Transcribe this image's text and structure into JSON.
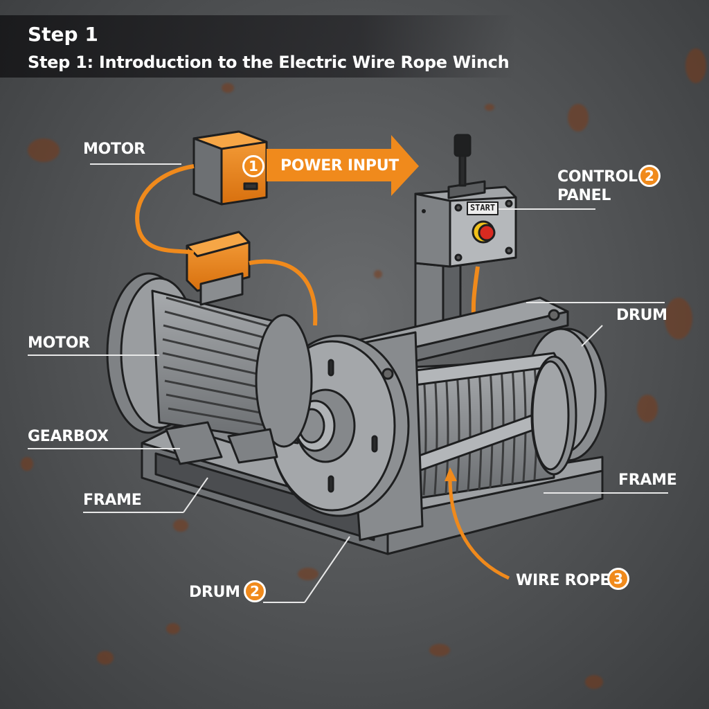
{
  "header": {
    "step": "Step 1",
    "title": "Step 1: Introduction to the Electric Wire Rope Winch"
  },
  "callouts": {
    "power_input": {
      "number": "1",
      "label": "POWER INPUT"
    },
    "control_panel": {
      "number": "2",
      "line1": "CONTROL",
      "line2": "PANEL"
    },
    "wire_rope": {
      "number": "3",
      "label": "WIRE ROPE"
    },
    "drum_bottom": {
      "number": "2",
      "label": "DRUM"
    }
  },
  "labels": {
    "motor_top": "MOTOR",
    "motor_side": "MOTOR",
    "gearbox": "GEARBOX",
    "frame_left": "FRAME",
    "drum_right": "DRUM",
    "frame_right": "FRAME"
  },
  "panel": {
    "start_label": "START"
  },
  "colors": {
    "accent": "#f08a1c",
    "metal": "#8c8f92",
    "metal_dark": "#4a4c4e",
    "outline": "#1e1f20",
    "leader": "#e8e8e8"
  }
}
